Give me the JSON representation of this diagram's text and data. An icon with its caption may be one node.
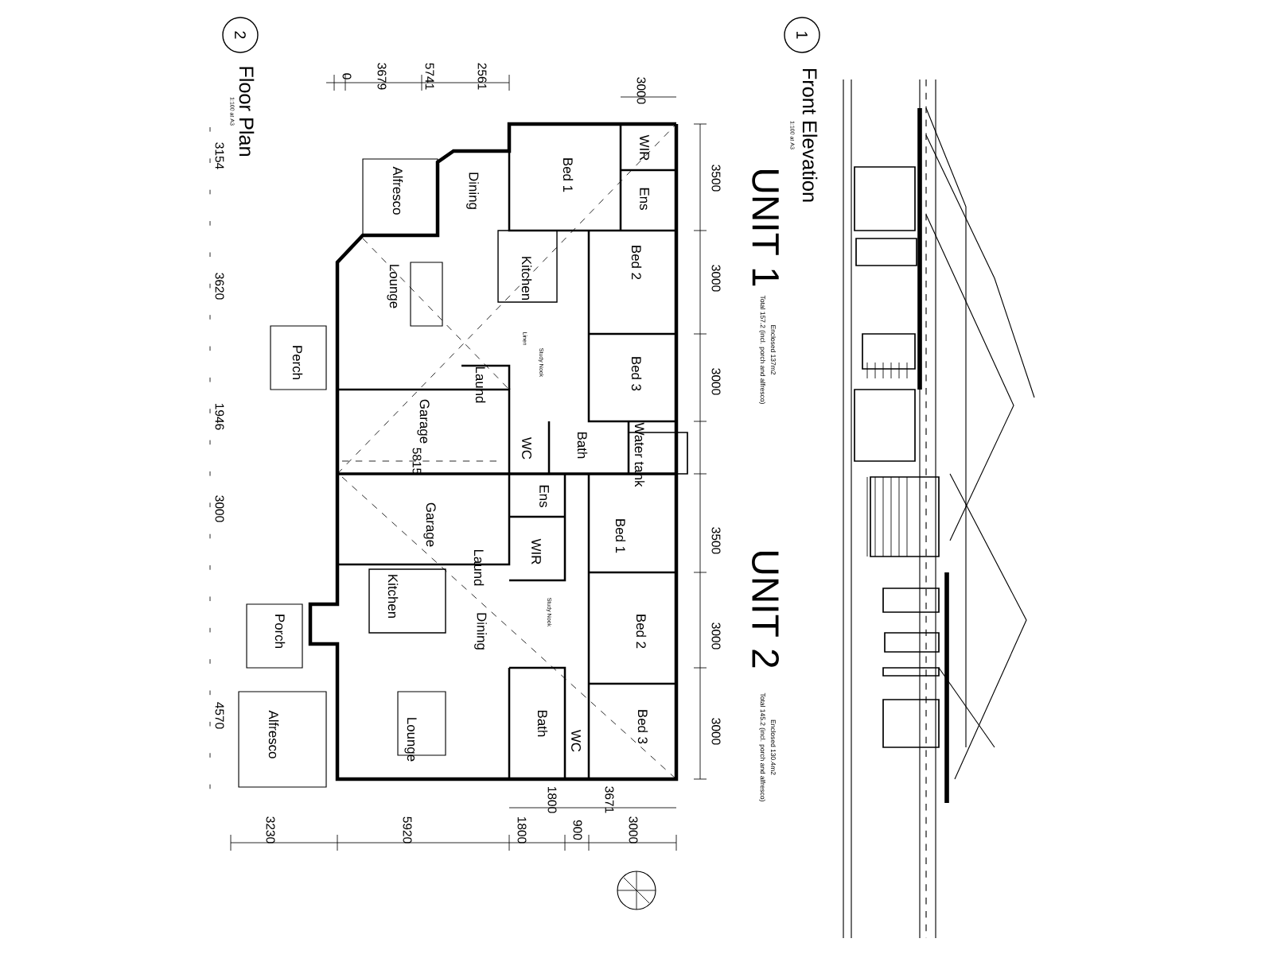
{
  "diagram": {
    "labels": [
      "2",
      "Floor Plan",
      "1:100 at A3",
      "0",
      "3679",
      "5741",
      "2561",
      "3000",
      "3500",
      "3000",
      "3000",
      "3500",
      "3000",
      "3000",
      "3154",
      "3620",
      "1946",
      "3000",
      "4570",
      "1800",
      "3671",
      "3230",
      "5920",
      "1800",
      "900",
      "3000",
      "5815",
      "Alfresco",
      "Dining",
      "Bed 1",
      "WIR",
      "Ens",
      "Kitchen",
      "Bed 2",
      "Lounge",
      "Perch",
      "Linen",
      "Study Nook",
      "Laund",
      "Bed 3",
      "Garage",
      "WC",
      "Bath",
      "Water tank",
      "Garage",
      "Ens",
      "Bed 1",
      "WIR",
      "Laund",
      "Kitchen",
      "Porch",
      "Dining",
      "Study Nook",
      "Bed 2",
      "Alfresco",
      "Lounge",
      "Bath",
      "WC",
      "Bed 3",
      "1",
      "Front Elevation",
      "1:100 at A3",
      "UNIT 1",
      "Enclosed 137m2",
      "Total 157.2 (incl. porch and alfresco)",
      "UNIT 2",
      "Enclosed 130.4m2",
      "Total 145.2 (incl. porch and alfresco)"
    ]
  }
}
